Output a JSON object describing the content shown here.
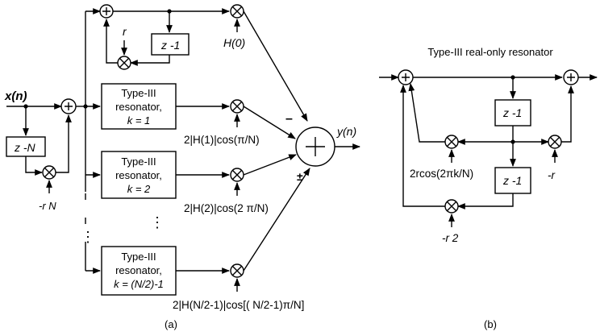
{
  "diagram_a": {
    "input_label": "x(n)",
    "output_label": "y(n)",
    "comb_delay": "z -N",
    "comb_gain": "-r N",
    "top_branch": {
      "gain": "r",
      "delay": "z -1",
      "coef": "H(0)"
    },
    "resonators": [
      {
        "line1": "Type-III",
        "line2": "resonator,",
        "line3": "k = 1",
        "coef": "2|H(1)|cos(π/N)"
      },
      {
        "line1": "Type-III",
        "line2": "resonator,",
        "line3": "k = 2",
        "coef": "2|H(2)|cos(2 π/N)"
      },
      {
        "line1": "Type-III",
        "line2": "resonator,",
        "line3": "k = (N/2)-1",
        "coef": "2|H(N/2-1)|cos[( N/2-1)π/N]"
      }
    ],
    "sum_signs": {
      "minus": "–",
      "plusminus": "±"
    },
    "ellipsis": "⋮",
    "caption": "(a)"
  },
  "diagram_b": {
    "title": "Type-III real-only resonator",
    "delay_top": "z -1",
    "delay_bottom": "z -1",
    "gain_2rcos": "2rcos(2πk/N)",
    "gain_neg_r": "-r",
    "gain_neg_r2": "-r 2",
    "caption": "(b)"
  }
}
